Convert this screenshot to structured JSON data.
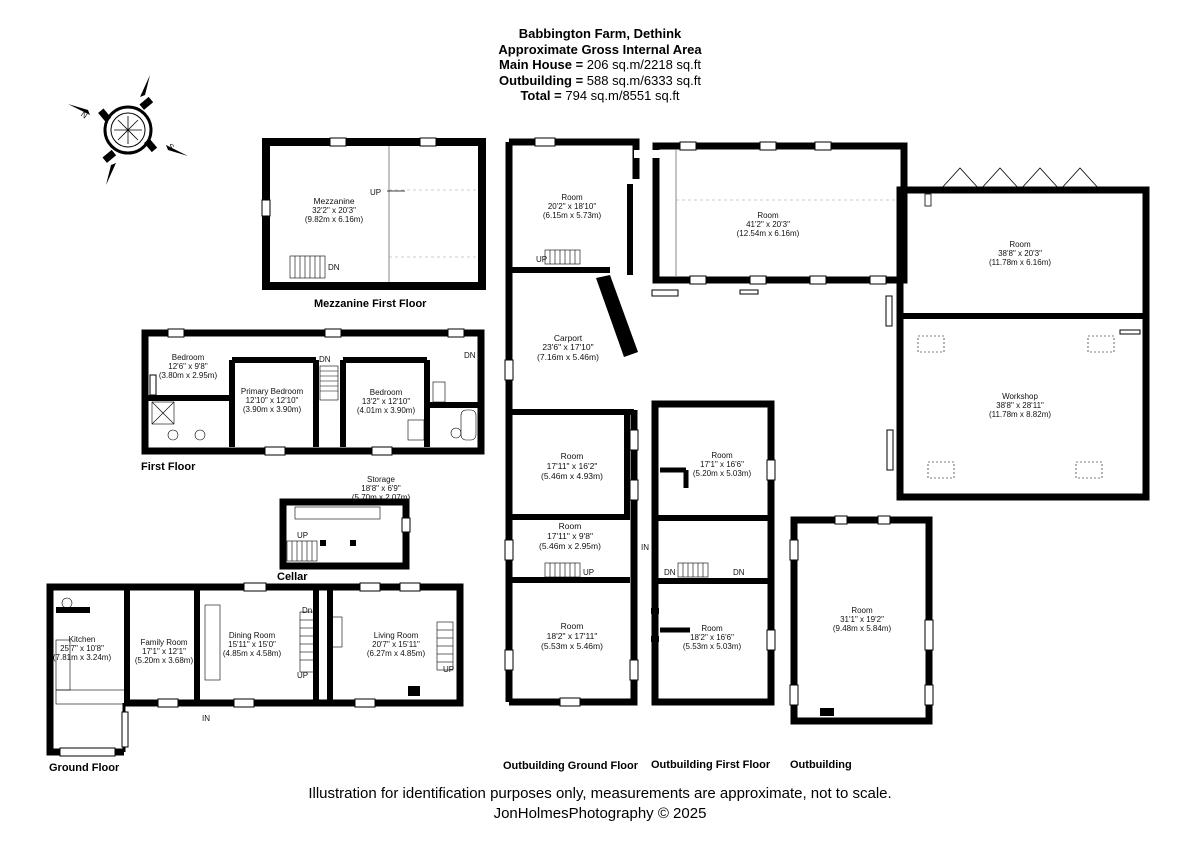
{
  "header": {
    "line1": "Babbington Farm, Dethink",
    "line2": "Approximate Gross Internal Area",
    "main_label": "Main House = ",
    "main_value": "206 sq.m/2218 sq.ft",
    "out_label": "Outbuilding = ",
    "out_value": "588 sq.m/6333 sq.ft",
    "total_label": "Total = ",
    "total_value": "794 sq.m/8551 sq.ft"
  },
  "compass": {
    "n": "N",
    "s": "S"
  },
  "floors": {
    "mezzanine": "Mezzanine First Floor",
    "first": "First Floor",
    "cellar": "Cellar",
    "ground": "Ground Floor",
    "out_ground": "Outbuilding Ground Floor",
    "out_first": "Outbuilding  First Floor",
    "outbuilding": "Outbuilding"
  },
  "rooms": {
    "mezzanine": {
      "name": "Mezzanine",
      "dim": "32'2\" x 20'3\"",
      "metric": "(9.82m x 6.16m)"
    },
    "bedroom1": {
      "name": "Bedroom",
      "dim": "12'6\" x 9'8\"",
      "metric": "(3.80m x 2.95m)"
    },
    "primary": {
      "name": "Primary Bedroom",
      "dim": "12'10\" x 12'10\"",
      "metric": "(3.90m x 3.90m)"
    },
    "bedroom2": {
      "name": "Bedroom",
      "dim": "13'2\" x 12'10\"",
      "metric": "(4.01m x 3.90m)"
    },
    "storage": {
      "name": "Storage",
      "dim": "18'8\" x 6'9\"",
      "metric": "(5.70m x 2.07m)"
    },
    "kitchen": {
      "name": "Kitchen",
      "dim": "25'7\" x 10'8\"",
      "metric": "(7.81m x 3.24m)"
    },
    "family": {
      "name": "Family Room",
      "dim": "17'1\" x 12'1\"",
      "metric": "(5.20m x 3.68m)"
    },
    "dining": {
      "name": "Dining Room",
      "dim": "15'11\" x 15'0\"",
      "metric": "(4.85m x 4.58m)"
    },
    "living": {
      "name": "Living Room",
      "dim": "20'7\" x 15'11\"",
      "metric": "(6.27m x 4.85m)"
    },
    "ob_room_a": {
      "name": "Room",
      "dim": "20'2\" x 18'10\"",
      "metric": "(6.15m x 5.73m)"
    },
    "ob_room_b": {
      "name": "Room",
      "dim": "41'2\" x 20'3\"",
      "metric": "(12.54m x 6.16m)"
    },
    "ob_room_c": {
      "name": "Room",
      "dim": "38'8\" x 20'3\"",
      "metric": "(11.78m x 6.16m)"
    },
    "carport": {
      "name": "Carport",
      "dim": "23'6\" x 17'10\"",
      "metric": "(7.16m x 5.46m)"
    },
    "workshop": {
      "name": "Workshop",
      "dim": "38'8\" x 28'11\"",
      "metric": "(11.78m x 8.82m)"
    },
    "ob_room_d": {
      "name": "Room",
      "dim": "17'11\" x 16'2\"",
      "metric": "(5.46m x 4.93m)"
    },
    "ob_room_e": {
      "name": "Room",
      "dim": "17'11\" x 9'8\"",
      "metric": "(5.46m x 2.95m)"
    },
    "ob_room_f": {
      "name": "Room",
      "dim": "18'2\" x 17'11\"",
      "metric": "(5.53m x 5.46m)"
    },
    "of_room_g": {
      "name": "Room",
      "dim": "17'1\" x 16'6\"",
      "metric": "(5.20m x 5.03m)"
    },
    "of_room_h": {
      "name": "Room",
      "dim": "18'2\" x 16'6\"",
      "metric": "(5.53m x 5.03m)"
    },
    "ob_room_i": {
      "name": "Room",
      "dim": "31'1\" x 19'2\"",
      "metric": "(9.48m x 5.84m)"
    }
  },
  "markers": {
    "up": "UP",
    "dn": "DN",
    "dn_mixed": "Dn",
    "in": "IN"
  },
  "footer": {
    "disclaimer": "Illustration for identification purposes only, measurements are approximate, not to scale.",
    "credit": "JonHolmesPhotography © 2025"
  }
}
